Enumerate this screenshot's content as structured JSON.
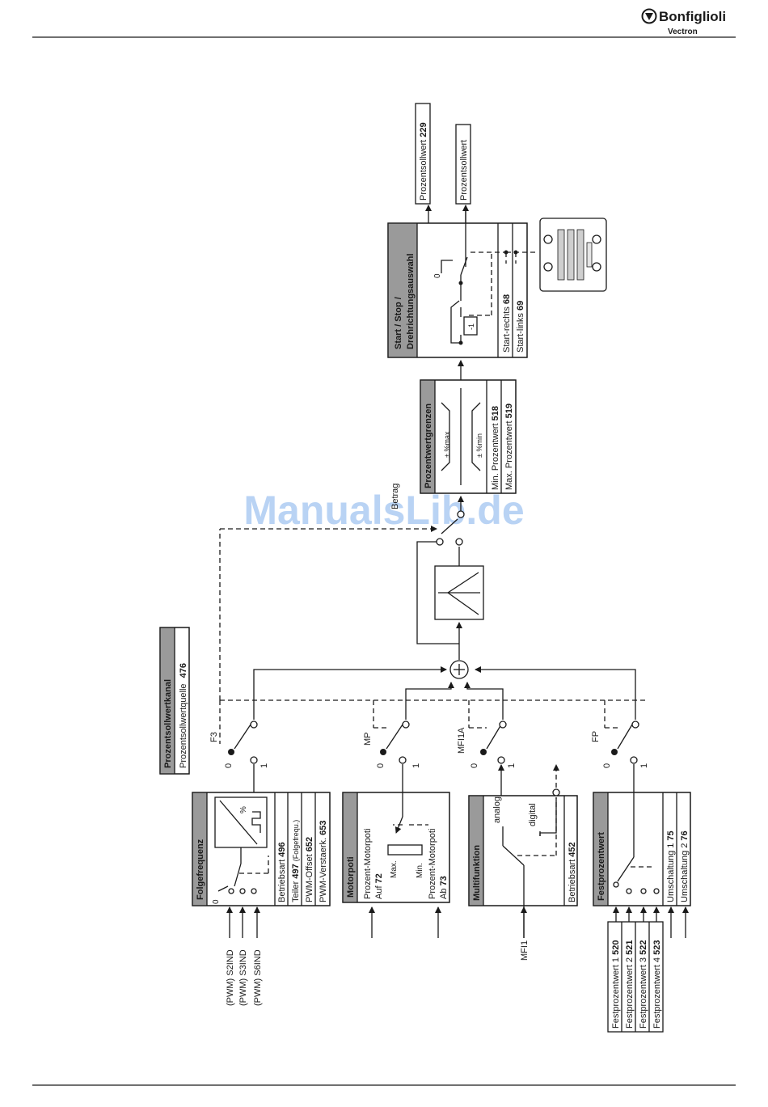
{
  "header": {
    "brand": "Bonfiglioli",
    "sub": "Vectron"
  },
  "watermark": "ManualsLib.de",
  "channel_box": {
    "title": "Prozentsollwertkanal",
    "param_label": "Prozentsollwertquelle",
    "param_num": "476"
  },
  "folgefrequenz": {
    "title": "Folgefrequenz",
    "zero": "0",
    "percent": "%",
    "params": [
      {
        "label": "Betriebsart",
        "num": "496",
        "extra": ""
      },
      {
        "label": "Teiler",
        "num": "497",
        "extra": "(Folgefrequ.)"
      },
      {
        "label": "PWM-Offset",
        "num": "652",
        "extra": ""
      },
      {
        "label": "PWM-Verstaerk.",
        "num": "653",
        "extra": ""
      }
    ],
    "inputs": [
      "(PWM) S2IND",
      "(PWM) S3IND",
      "(PWM) S6IND"
    ]
  },
  "motorpoti": {
    "title": "Motorpoti",
    "auf_label": "Prozent-Motorpoti",
    "auf_sub": "Auf",
    "auf_num": "72",
    "ab_label": "Prozent-Motorpoti",
    "ab_sub": "Ab",
    "ab_num": "73",
    "max": "Max.",
    "min": "Min."
  },
  "multifunktion": {
    "title": "Multifunktion",
    "analog": "analog",
    "digital": "digital",
    "param_label": "Betriebsart",
    "param_num": "452",
    "input": "MFI1"
  },
  "festprozentwert": {
    "title": "Festprozentwert",
    "params": [
      {
        "label": "Umschaltung 1",
        "num": "75"
      },
      {
        "label": "Umschaltung 2",
        "num": "76"
      }
    ],
    "inputs": [
      {
        "label": "Festprozentwert 1",
        "num": "520"
      },
      {
        "label": "Festprozentwert 2",
        "num": "521"
      },
      {
        "label": "Festprozentwert 3",
        "num": "522"
      },
      {
        "label": "Festprozentwert 4",
        "num": "523"
      }
    ]
  },
  "switches": [
    {
      "label": "F3",
      "zero": "0",
      "one": "1"
    },
    {
      "label": "MP",
      "zero": "0",
      "one": "1"
    },
    {
      "label": "MFI1A",
      "zero": "0",
      "one": "1"
    },
    {
      "label": "FP",
      "zero": "0",
      "one": "1"
    }
  ],
  "betrag": {
    "label": "Betrag"
  },
  "grenzen": {
    "title": "Prozentwertgrenzen",
    "sym_max": "± %max",
    "sym_min": "± %min",
    "params": [
      {
        "label": "Min. Prozentwert",
        "num": "518"
      },
      {
        "label": "Max. Prozentwert",
        "num": "519"
      }
    ]
  },
  "startstop": {
    "title_1": "Start / Stop /",
    "title_2": "Drehrichtungsauswahl",
    "neg": "-1",
    "zero": "0",
    "params": [
      {
        "label": "Start-rechts",
        "num": "68"
      },
      {
        "label": "Start-links",
        "num": "69"
      }
    ]
  },
  "outputs": [
    {
      "label": "Prozentsollwert",
      "num": "229"
    },
    {
      "label": "Prozentsollwert",
      "num": ""
    }
  ],
  "keypad": {
    "name": "control-unit-keypad"
  }
}
